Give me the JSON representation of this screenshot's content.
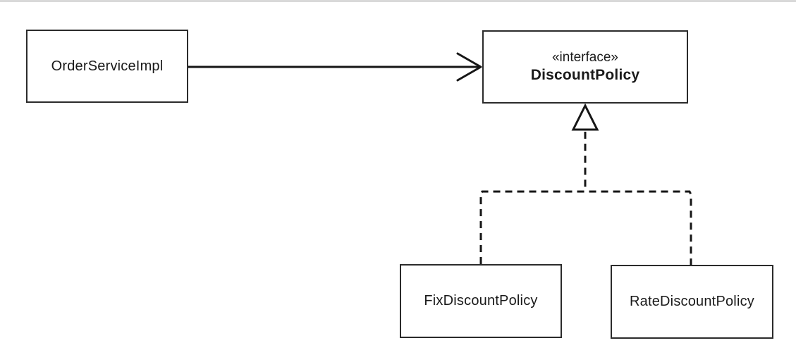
{
  "diagram": {
    "type": "uml-class-diagram",
    "nodes": {
      "orderServiceImpl": {
        "label": "OrderServiceImpl"
      },
      "discountPolicy": {
        "stereotype": "«interface»",
        "label": "DiscountPolicy"
      },
      "fixDiscountPolicy": {
        "label": "FixDiscountPolicy"
      },
      "rateDiscountPolicy": {
        "label": "RateDiscountPolicy"
      }
    },
    "edges": [
      {
        "from": "OrderServiceImpl",
        "to": "DiscountPolicy",
        "type": "dependency",
        "style": "solid-open-arrow"
      },
      {
        "from": "FixDiscountPolicy",
        "to": "DiscountPolicy",
        "type": "realization",
        "style": "dashed-hollow-triangle"
      },
      {
        "from": "RateDiscountPolicy",
        "to": "DiscountPolicy",
        "type": "realization",
        "style": "dashed-hollow-triangle"
      }
    ],
    "colors": {
      "background": "#ffffff",
      "box_border": "#2b2b2b",
      "line": "#161616",
      "text": "#1a1a1a",
      "top_rule": "#d9d9d9"
    }
  }
}
